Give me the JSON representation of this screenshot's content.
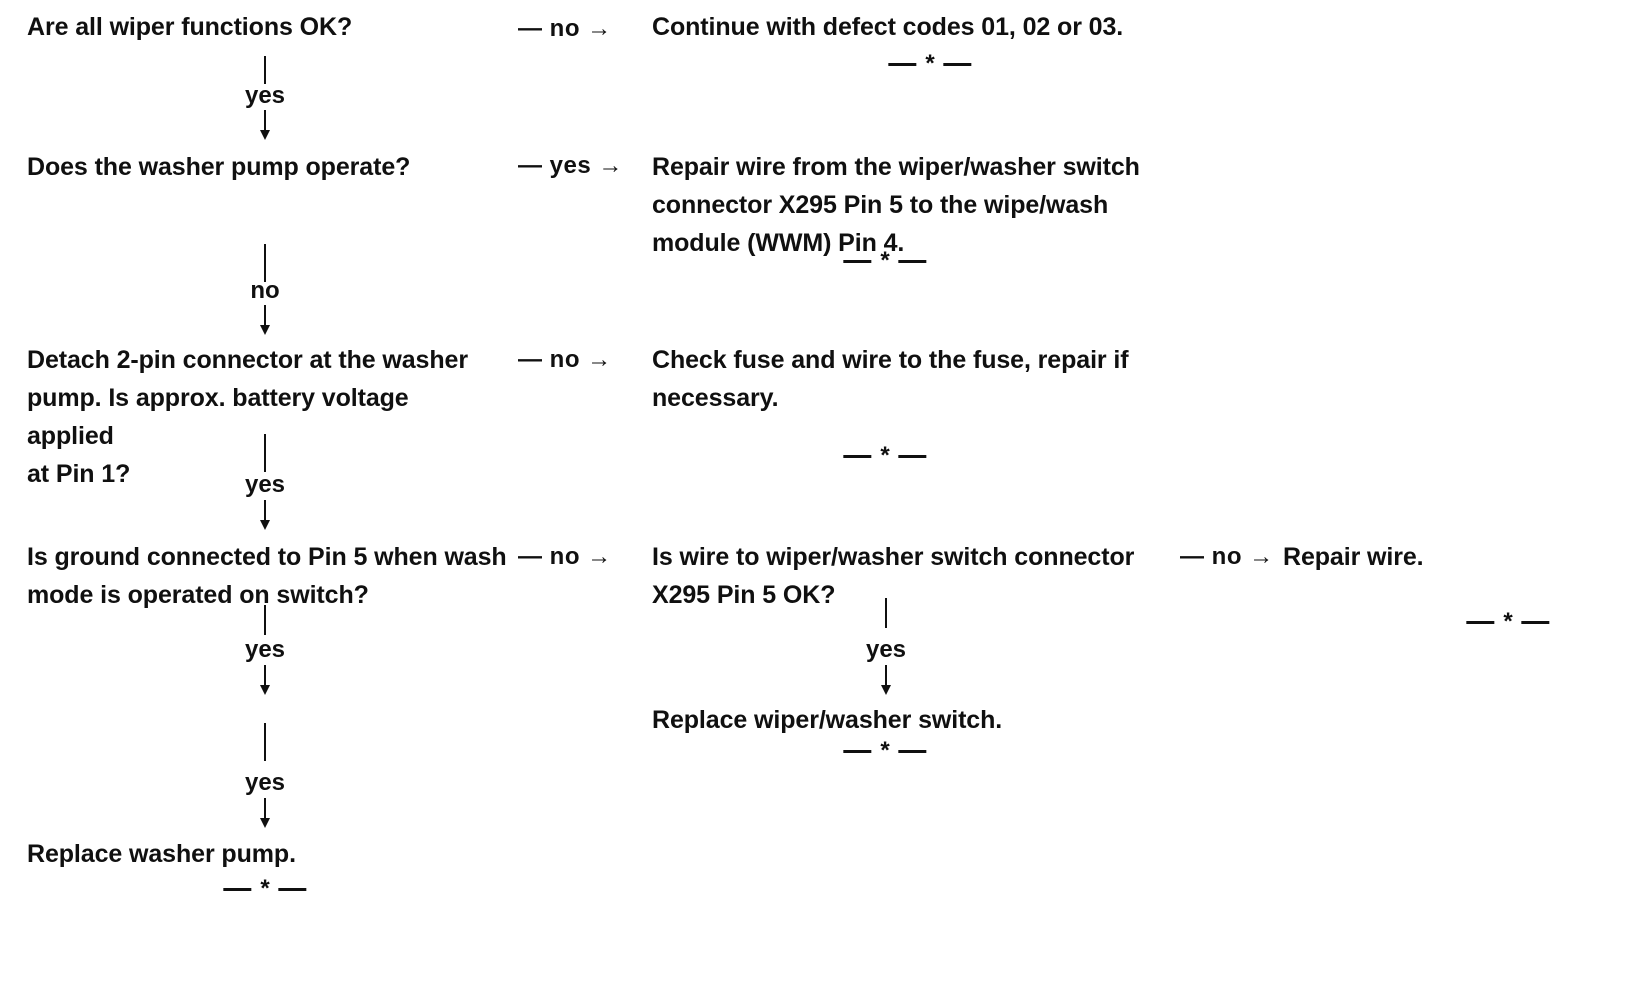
{
  "document": {
    "type": "troubleshooting-flowchart",
    "subject": "Windshield wiper / washer system diagnosis",
    "ink_color": "#101010",
    "background_color": "#ffffff"
  },
  "labels": {
    "yes": "yes",
    "no": "no",
    "branch_no": "— no →",
    "branch_yes": "— yes →",
    "separator_star": "*"
  },
  "nodes": {
    "q1": "Are all wiper functions OK?",
    "a1": "Continue with defect codes 01, 02 or 03.",
    "q2": "Does the washer pump operate?",
    "a2": "Repair wire from the wiper/washer switch\nconnector X295 Pin 5 to the wipe/wash\nmodule (WWM) Pin 4.",
    "q3": "Detach 2-pin connector at the washer\npump. Is approx. battery voltage applied\nat Pin 1?",
    "a3": "Check fuse and wire to the fuse, repair if\nnecessary.",
    "q4": "Is ground connected to Pin 5 when wash\nmode is operated on switch?",
    "q5": "Is wire to wiper/washer switch connector\nX295 Pin 5 OK?",
    "a5": "Repair wire.",
    "a6": "Replace wiper/washer switch.",
    "a7": "Replace washer pump."
  },
  "flow": {
    "column1_chain": [
      "q1",
      "q2",
      "q3",
      "q4",
      "a7"
    ],
    "column1_edges": [
      "yes",
      "no",
      "yes",
      "yes",
      "yes"
    ],
    "column2_chain": [
      "q5",
      "a6"
    ],
    "column2_edges": [
      "yes"
    ],
    "branches": [
      {
        "from": "q1",
        "label": "no",
        "to": "a1"
      },
      {
        "from": "q2",
        "label": "yes",
        "to": "a2"
      },
      {
        "from": "q3",
        "label": "no",
        "to": "a3"
      },
      {
        "from": "q4",
        "label": "no",
        "to": "q5"
      },
      {
        "from": "q5",
        "label": "no",
        "to": "a5"
      }
    ]
  }
}
